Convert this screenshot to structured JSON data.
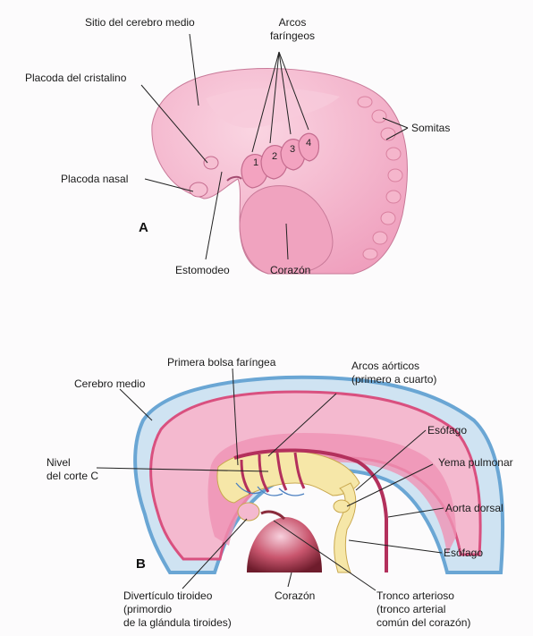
{
  "panel_a": {
    "letter": "A",
    "labels": {
      "midbrain_site": "Sitio del cerebro medio",
      "arches_line1": "Arcos",
      "arches_line2": "faríngeos",
      "lens_placode": "Placoda del cristalino",
      "somites": "Somitas",
      "nasal_placode": "Placoda nasal",
      "stomodeum": "Estomodeo",
      "heart": "Corazón"
    },
    "arch_numbers": [
      "1",
      "2",
      "3",
      "4"
    ]
  },
  "panel_b": {
    "letter": "B",
    "labels": {
      "first_pouch": "Primera bolsa faríngea",
      "aortic_arches_line1": "Arcos aórticos",
      "aortic_arches_line2": "(primero a cuarto)",
      "midbrain": "Cerebro medio",
      "esophagus_top": "Esófago",
      "lung_bud": "Yema pulmonar",
      "level_line1": "Nivel",
      "level_line2": "del corte C",
      "dorsal_aorta": "Aorta dorsal",
      "esophagus_bottom": "Esófago",
      "thyroid_line1": "Divertículo tiroideo",
      "thyroid_line2": "(primordio",
      "thyroid_line3": "de la glándula tiroides)",
      "heart": "Corazón",
      "truncus_line1": "Tronco arterioso",
      "truncus_line2": "(tronco arterial",
      "truncus_line3": "común del corazón)"
    }
  },
  "colors": {
    "embryo_pink": "#f2a9c4",
    "embryo_light": "#f8c8da",
    "ectoderm_blue": "#7fb8df",
    "cavity_blue": "#cfe3f2",
    "endoderm_yellow": "#f6e7a8",
    "neural_magenta": "#d9507f",
    "heart_dark": "#8a2c3c"
  }
}
